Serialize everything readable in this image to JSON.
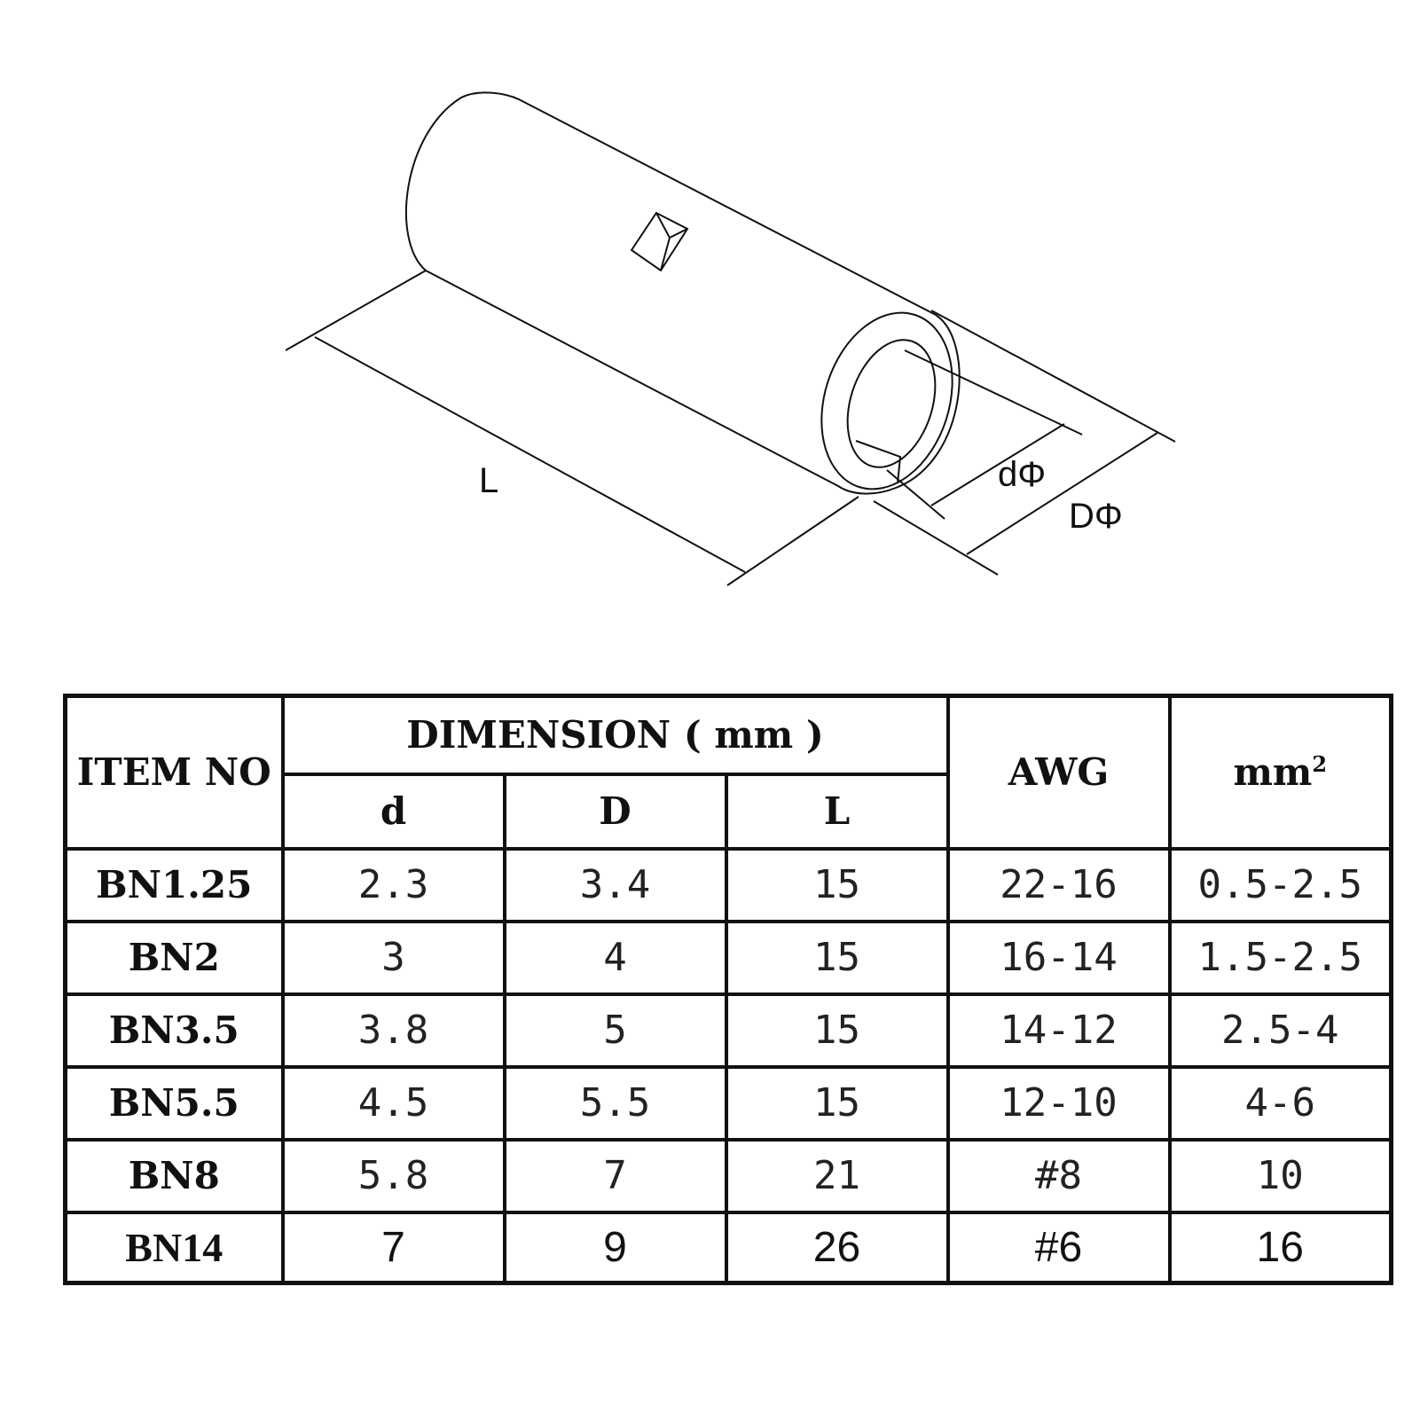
{
  "diagram": {
    "labels": {
      "length": "L",
      "inner_diameter": "dΦ",
      "outer_diameter": "DΦ"
    }
  },
  "table": {
    "header": {
      "item_no": "ITEM NO",
      "dimension": "DIMENSION ( mm )",
      "awg": "AWG",
      "mm2_base": "mm",
      "mm2_sup": "2",
      "sub": [
        "d",
        "D",
        "L"
      ]
    },
    "rows": [
      {
        "item": "BN1.25",
        "d": "2.3",
        "D": "3.4",
        "L": "15",
        "awg": "22-16",
        "mm2": "0.5-2.5"
      },
      {
        "item": "BN2",
        "d": "3",
        "D": "4",
        "L": "15",
        "awg": "16-14",
        "mm2": "1.5-2.5"
      },
      {
        "item": "BN3.5",
        "d": "3.8",
        "D": "5",
        "L": "15",
        "awg": "14-12",
        "mm2": "2.5-4"
      },
      {
        "item": "BN5.5",
        "d": "4.5",
        "D": "5.5",
        "L": "15",
        "awg": "12-10",
        "mm2": "4-6"
      },
      {
        "item": "BN8",
        "d": "5.8",
        "D": "7",
        "L": "21",
        "awg": "#8",
        "mm2": "10"
      },
      {
        "item": "BN14",
        "d": "7",
        "D": "9",
        "L": "26",
        "awg": "#6",
        "mm2": "16"
      }
    ]
  }
}
